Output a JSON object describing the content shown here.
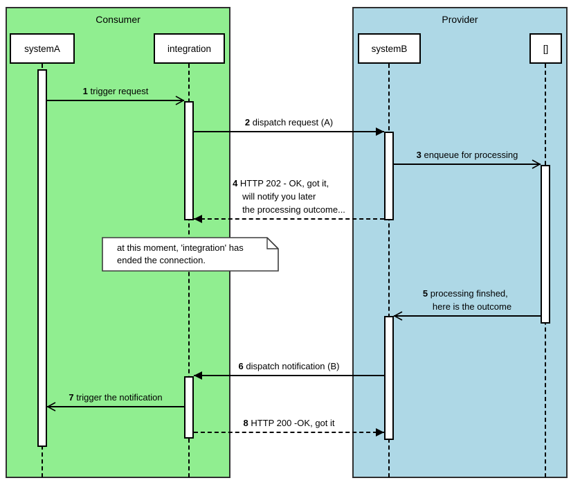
{
  "diagram": {
    "frames": [
      {
        "id": "consumer",
        "title": "Consumer",
        "fill": "#90ee90"
      },
      {
        "id": "provider",
        "title": "Provider",
        "fill": "#aed8e6"
      }
    ],
    "actors": [
      {
        "id": "systemA",
        "label": "systemA"
      },
      {
        "id": "integration",
        "label": "integration"
      },
      {
        "id": "systemB",
        "label": "systemB"
      },
      {
        "id": "queue",
        "label": "[]"
      }
    ],
    "messages": [
      {
        "num": "1",
        "text": "trigger request",
        "from": "systemA",
        "to": "integration",
        "line": "solid",
        "arrow": "open"
      },
      {
        "num": "2",
        "text": "dispatch request (A)",
        "from": "integration",
        "to": "systemB",
        "line": "solid",
        "arrow": "filled"
      },
      {
        "num": "3",
        "text": "enqueue for processing",
        "from": "systemB",
        "to": "queue",
        "line": "solid",
        "arrow": "open"
      },
      {
        "num": "4",
        "text": "HTTP 202 - OK, got it,\nwill notify you later\nthe processing outcome...",
        "from": "systemB",
        "to": "integration",
        "line": "dashed",
        "arrow": "filled"
      },
      {
        "num": "5",
        "text": "processing finshed,\nhere is the outcome",
        "from": "queue",
        "to": "systemB",
        "line": "solid",
        "arrow": "open"
      },
      {
        "num": "6",
        "text": "dispatch notification (B)",
        "from": "systemB",
        "to": "integration",
        "line": "solid",
        "arrow": "filled"
      },
      {
        "num": "7",
        "text": "trigger the notification",
        "from": "integration",
        "to": "systemA",
        "line": "solid",
        "arrow": "open"
      },
      {
        "num": "8",
        "text": "HTTP 200 -OK, got it",
        "from": "integration",
        "to": "systemB",
        "line": "dashed",
        "arrow": "filled"
      }
    ],
    "note": {
      "text": "at this moment, 'integration' has\nended the connection."
    },
    "colors": {
      "consumer_fill": "#90ee90",
      "provider_fill": "#aed8e6",
      "line": "#000000",
      "shape_fill": "#ffffff"
    }
  }
}
